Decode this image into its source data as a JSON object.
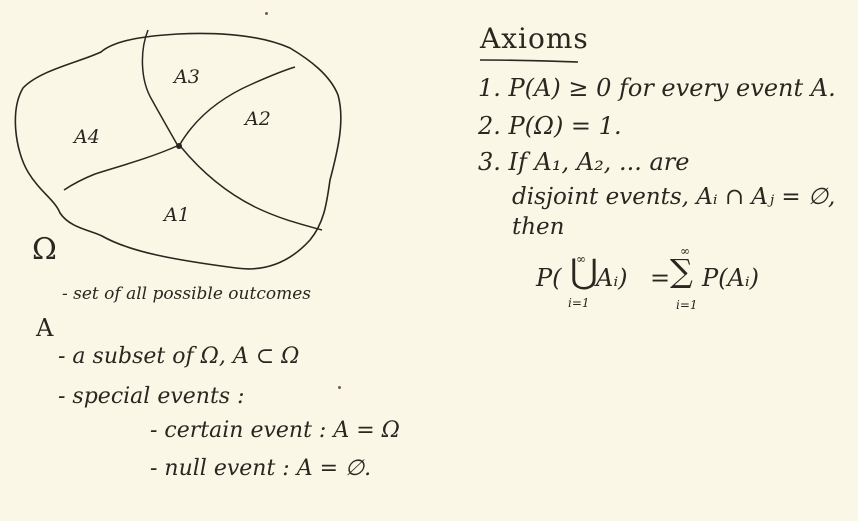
{
  "diagram": {
    "regions": [
      "A3",
      "A2",
      "A4",
      "A1"
    ],
    "set_symbol": "Ω",
    "set_description": "- set of all possible outcomes"
  },
  "event": {
    "symbol": "A",
    "lines": [
      "- a subset of Ω, A ⊂ Ω",
      "- special events :",
      "- certain event : A = Ω",
      "- null event : A = ∅."
    ]
  },
  "axioms": {
    "title": "Axioms",
    "items": [
      "1. P(A) ≥ 0 for every event A.",
      "2. P(Ω) = 1.",
      "3. If A₁, A₂, ... are",
      "disjoint events, Aᵢ ∩ Aⱼ = ∅,",
      "then"
    ],
    "formula": {
      "lhs": "P(",
      "union": "⋃",
      "union_top": "∞",
      "union_bottom": "i=1",
      "lhs_arg": "Aᵢ)",
      "equals": "=",
      "sum": "∑",
      "sum_top": "∞",
      "sum_bottom": "i=1",
      "rhs_arg": "P(Aᵢ)"
    }
  }
}
